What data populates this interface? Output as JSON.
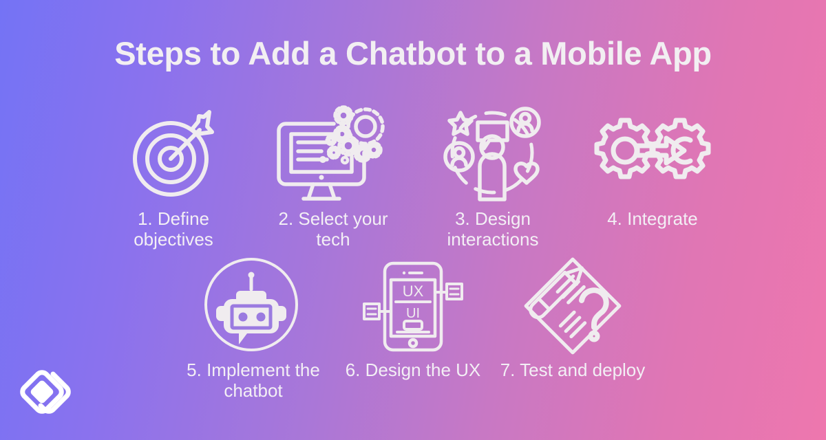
{
  "title": "Steps to Add a Chatbot to a Mobile App",
  "theme": {
    "gradient_start": "#7473F5",
    "gradient_end": "#EE77AE",
    "text_color": "#F2EFF2",
    "icon_color": "#F0ECEF"
  },
  "steps_row1": [
    {
      "label": "1. Define objectives",
      "icon": "target-arrow-icon"
    },
    {
      "label": "2. Select your tech",
      "icon": "monitor-gears-icon"
    },
    {
      "label": "3. Design interactions",
      "icon": "user-interaction-icon"
    },
    {
      "label": "4. Integrate",
      "icon": "gears-arrow-icon"
    }
  ],
  "steps_row2": [
    {
      "label": "5. Implement the chatbot",
      "icon": "robot-chat-icon"
    },
    {
      "label": "6. Design the UX",
      "icon": "mobile-ux-ui-icon"
    },
    {
      "label": "7. Test and deploy",
      "icon": "document-pencil-question-icon"
    }
  ],
  "icon_text": {
    "ux": "UX",
    "ui": "UI"
  },
  "logo": {
    "name": "interlocking-diamonds-logo"
  }
}
